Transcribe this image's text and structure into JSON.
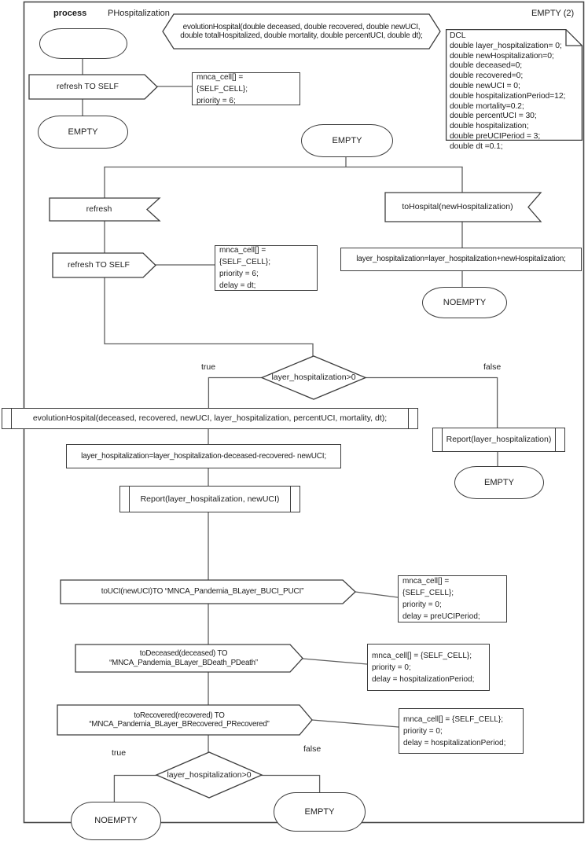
{
  "title": {
    "process_label": "process",
    "process_name": "PHospitalization",
    "corner_note": "EMPTY (2)"
  },
  "declarations": {
    "procedure_signature": "evolutionHospital(double deceased, double recovered, double newUCI,\ndouble totalHospitalized, double mortality, double percentUCI, double dt);",
    "dcl_block": "DCL\ndouble layer_hospitalization= 0;\ndouble newHospitalization=0;\ndouble deceased=0;\ndouble recovered=0;\ndouble newUCI = 0;\ndouble hospitalizationPeriod=12;\ndouble mortality=0.2;\ndouble percentUCI = 30;\ndouble hospitalization;\ndouble preUCIPeriod = 3;\ndouble dt =0.1;"
  },
  "start_branch": {
    "output_refresh_to_self": "refresh TO SELF",
    "comment": "mnca_cell[] = {SELF_CELL};\npriority = 6;",
    "state_empty": "EMPTY"
  },
  "main_state": "EMPTY",
  "refresh_branch": {
    "input_refresh": "refresh",
    "output_refresh_to_self": "refresh TO SELF",
    "comment": "mnca_cell[] = {SELF_CELL};\npriority = 6;\ndelay = dt;"
  },
  "hospital_branch": {
    "input_to_hospital": "toHospital(newHospitalization)",
    "task_add": "layer_hospitalization=layer_hospitalization+newHospitalization;",
    "state_noempty": "NOEMPTY"
  },
  "decision1": {
    "condition": "layer_hospitalization>0",
    "true_label": "true",
    "false_label": "false"
  },
  "true_branch": {
    "procedure_call": "evolutionHospital(deceased, recovered, newUCI, layer_hospitalization, percentUCI, mortality, dt);",
    "task_subtract": "layer_hospitalization=layer_hospitalization-deceased-recovered- newUCI;",
    "report_call": "Report(layer_hospitalization, newUCI)",
    "output_to_uci": "toUCI(newUCI)TO “MNCA_Pandemia_BLayer_BUCI_PUCI”",
    "comment_uci": "mnca_cell[] = {SELF_CELL};\npriority = 0;\ndelay = preUCIPeriod;",
    "output_to_deceased": "toDeceased(deceased) TO “MNCA_Pandemia_BLayer_BDeath_PDeath”",
    "comment_deceased": "mnca_cell[] = {SELF_CELL};\npriority = 0;\ndelay = hospitalizationPeriod;",
    "output_to_recovered": "toRecovered(recovered) TO “MNCA_Pandemia_BLayer_BRecovered_PRecovered”",
    "comment_recovered": "mnca_cell[] = {SELF_CELL};\npriority = 0;\ndelay = hospitalizationPeriod;"
  },
  "false_branch": {
    "report_call": "Report(layer_hospitalization)",
    "state_empty": "EMPTY"
  },
  "decision2": {
    "condition": "layer_hospitalization>0",
    "true_label": "true",
    "false_label": "false",
    "state_true": "NOEMPTY",
    "state_false": "EMPTY"
  }
}
